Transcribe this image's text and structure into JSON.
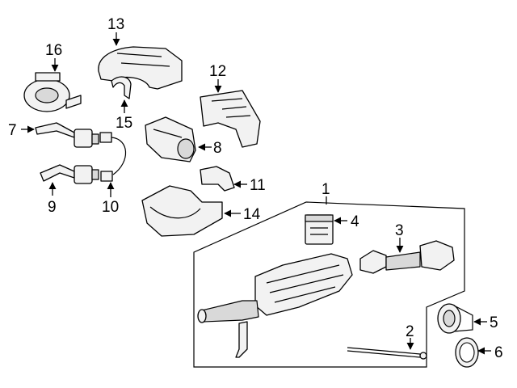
{
  "diagram": {
    "callouts": [
      "1",
      "2",
      "3",
      "4",
      "5",
      "6",
      "7",
      "8",
      "9",
      "10",
      "11",
      "12",
      "13",
      "14",
      "15",
      "16"
    ]
  }
}
